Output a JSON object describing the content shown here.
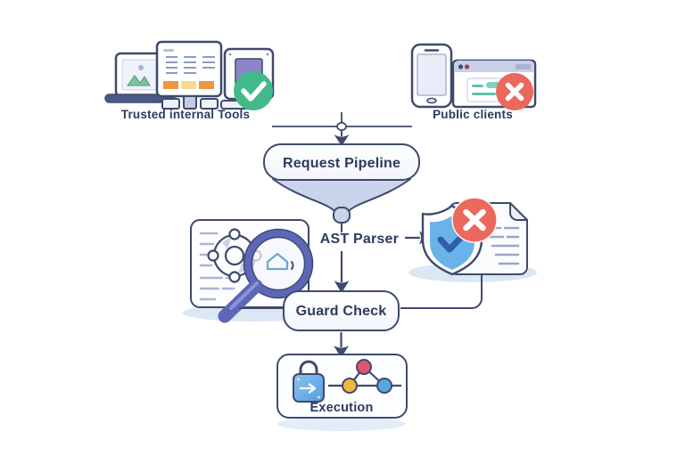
{
  "diagram": {
    "type": "flowchart-illustration",
    "nodes": {
      "trusted_tools": {
        "label": "Trusted internal Tools",
        "status": "allowed",
        "status_icon": "check-circle"
      },
      "public_clients": {
        "label": "Public clients",
        "status": "blocked",
        "status_icon": "x-circle"
      },
      "request_pipeline": {
        "label": "Request Pipeline"
      },
      "ast_parser": {
        "label": "AST Parser",
        "status_icon": "shield-x"
      },
      "guard_check": {
        "label": "Guard Check"
      },
      "execution": {
        "label": "Execution",
        "icons": [
          "lock",
          "network-graph"
        ]
      }
    },
    "edges": [
      {
        "from": "trusted_tools",
        "to": "request_pipeline"
      },
      {
        "from": "public_clients",
        "to": "request_pipeline"
      },
      {
        "from": "request_pipeline",
        "to": "ast_parser"
      },
      {
        "from": "ast_parser",
        "to": "shield-x-illustration"
      },
      {
        "from": "ast_parser",
        "to": "guard_check"
      },
      {
        "from": "shield-x-illustration",
        "to": "guard_check"
      },
      {
        "from": "inspection-document-illustration",
        "to": "guard_check"
      },
      {
        "from": "guard_check",
        "to": "execution"
      }
    ],
    "colors": {
      "outline_navy": "#3e4a6e",
      "text_navy": "#2d3a5e",
      "success_green": "#41b989",
      "error_red": "#ea685c",
      "funnel_fill": "#c9d3ea",
      "shield_blue": "#69b2ea",
      "check_blue": "#2f5fa8",
      "magnifier_indigo": "#5d67b8",
      "lock_blue": "#64a9e6",
      "node_red": "#e05572",
      "node_yellow": "#efb93f",
      "node_blue": "#57a7e3",
      "cell_orange": "#ef9440",
      "cell_yellow": "#f7d98b",
      "teal_accent": "#7ed3bd",
      "screen_purple": "#8d85c6",
      "shadow_blue": "#dce7f4"
    }
  }
}
